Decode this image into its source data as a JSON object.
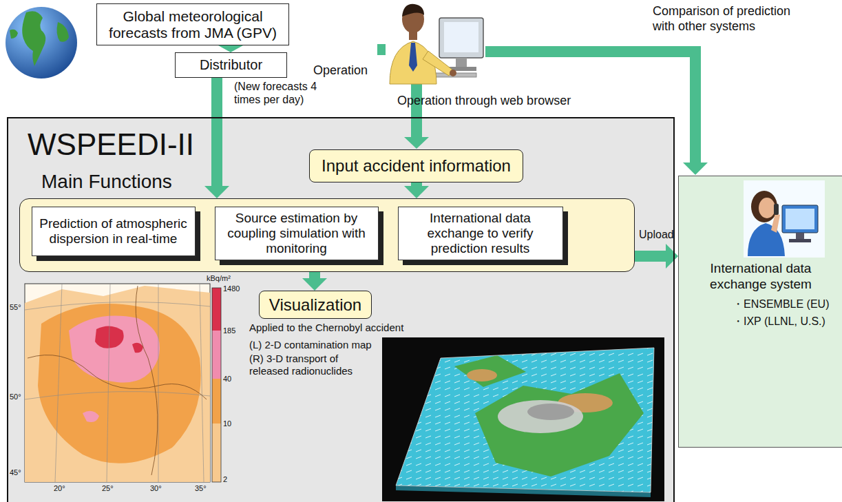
{
  "diagram": {
    "nodes": [
      {
        "text": [
          "Global meteorological forecasts from JMA (GPV)"
        ]
      },
      {
        "text": [
          "Distributor"
        ]
      },
      {
        "text": [
          "WSPEEDI-II"
        ]
      },
      {
        "text": [
          "Input accident information"
        ],
        "in": 2
      },
      {
        "text": [
          "Main Functions"
        ],
        "in": 2
      },
      {
        "text": [
          "Prediction of atmospheric dispersion in real-time"
        ],
        "in": 4
      },
      {
        "text": [
          "Source estimation by coupling simulation with monitoring"
        ],
        "in": 4
      },
      {
        "text": [
          "International data exchange to verify prediction results"
        ],
        "in": 4
      },
      {
        "text": [
          "Visualization"
        ],
        "in": 2
      },
      {
        "text": [
          "International data exchange system",
          "・ENSEMBLE (EU)",
          "・IXP (LLNL, U.S.)"
        ]
      }
    ],
    "edges": [
      {
        "from": 0,
        "to": 1,
        "arrow": "to"
      },
      {
        "from": 1,
        "to": 4,
        "arrow": "to"
      },
      {
        "from": 3,
        "to": 4,
        "arrow": "to"
      },
      {
        "from": 4,
        "to": 8,
        "arrow": "to"
      },
      {
        "from": 4,
        "to": 9,
        "label": "Upload",
        "arrow": "to"
      }
    ],
    "labels": [
      "(New forecasts 4 times per day)",
      "Operation",
      "Comparison of prediction with other systems",
      "Operation through web browser",
      "Applied to the Chernobyl accident",
      "(L) 2-D contamination map",
      "(R) 3-D transport of released radionuclides",
      "kBq/m²",
      "1480",
      "185",
      "40",
      "10",
      "2",
      "55°",
      "50°",
      "45°",
      "20°",
      "25°",
      "30°",
      "35°"
    ]
  }
}
